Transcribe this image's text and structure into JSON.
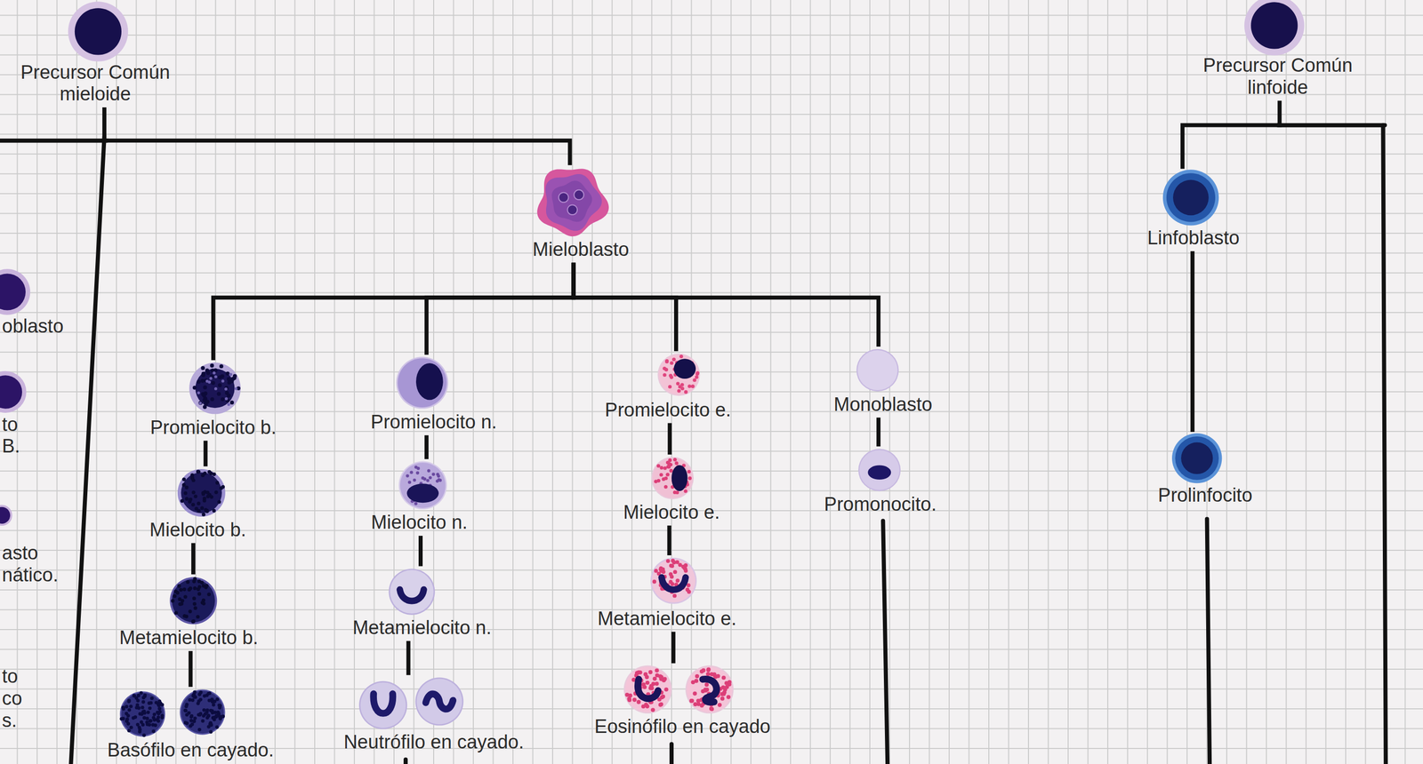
{
  "diagram": {
    "nodes": [
      {
        "text": [
          "Precursor Común mieloide"
        ]
      },
      {
        "text": [
          "Precursor Común linfoide"
        ]
      },
      {
        "text": [
          "Mieloblasto"
        ]
      },
      {
        "text": [
          "Linfoblasto"
        ]
      },
      {
        "text": [
          "oblasto"
        ]
      },
      {
        "text": [
          "Promielocito b."
        ]
      },
      {
        "text": [
          "Promielocito n."
        ]
      },
      {
        "text": [
          "Promielocito e."
        ]
      },
      {
        "text": [
          "Monoblasto"
        ]
      },
      {
        "text": [
          "to B."
        ]
      },
      {
        "text": [
          "Mielocito b."
        ]
      },
      {
        "text": [
          "Mielocito n."
        ]
      },
      {
        "text": [
          "Mielocito e."
        ]
      },
      {
        "text": [
          "Promonocito."
        ]
      },
      {
        "text": [
          "Prolinfocito"
        ]
      },
      {
        "text": [
          "asto nático."
        ]
      },
      {
        "text": [
          "Metamielocito b."
        ]
      },
      {
        "text": [
          "Metamielocito n."
        ]
      },
      {
        "text": [
          "Metamielocito e."
        ]
      },
      {
        "text": [
          "to co s."
        ]
      },
      {
        "text": [
          "Basófilo en cayado."
        ]
      },
      {
        "text": [
          "Neutrófilo en cayado."
        ]
      },
      {
        "text": [
          "Eosinófilo en cayado"
        ]
      }
    ],
    "edges": [
      {
        "from": 0,
        "to": 2,
        "arrow": "none"
      },
      {
        "from": 1,
        "to": 3,
        "arrow": "none"
      },
      {
        "from": 2,
        "to": 5,
        "arrow": "none"
      },
      {
        "from": 2,
        "to": 6,
        "arrow": "none"
      },
      {
        "from": 2,
        "to": 7,
        "arrow": "none"
      },
      {
        "from": 2,
        "to": 8,
        "arrow": "none"
      },
      {
        "from": 5,
        "to": 10,
        "arrow": "none"
      },
      {
        "from": 10,
        "to": 16,
        "arrow": "none"
      },
      {
        "from": 16,
        "to": 20,
        "arrow": "none"
      },
      {
        "from": 6,
        "to": 11,
        "arrow": "none"
      },
      {
        "from": 11,
        "to": 17,
        "arrow": "none"
      },
      {
        "from": 17,
        "to": 21,
        "arrow": "none"
      },
      {
        "from": 7,
        "to": 12,
        "arrow": "none"
      },
      {
        "from": 12,
        "to": 18,
        "arrow": "none"
      },
      {
        "from": 18,
        "to": 22,
        "arrow": "none"
      },
      {
        "from": 8,
        "to": 13,
        "arrow": "none"
      },
      {
        "from": 3,
        "to": 14,
        "arrow": "none"
      }
    ]
  }
}
